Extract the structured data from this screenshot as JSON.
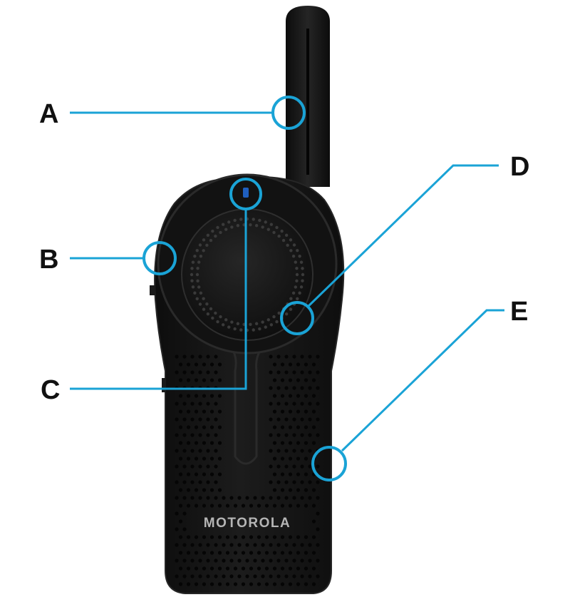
{
  "diagram": {
    "brand_text": "MOTOROLA",
    "callouts": [
      {
        "id": "A",
        "label": "A"
      },
      {
        "id": "B",
        "label": "B"
      },
      {
        "id": "C",
        "label": "C"
      },
      {
        "id": "D",
        "label": "D"
      },
      {
        "id": "E",
        "label": "E"
      }
    ],
    "colors": {
      "callout_line": "#1aa3d6",
      "label": "#111111",
      "device_body": "#141414",
      "device_edge": "#262626",
      "grille_hole": "#050505",
      "led": "#1f5fbf"
    }
  }
}
